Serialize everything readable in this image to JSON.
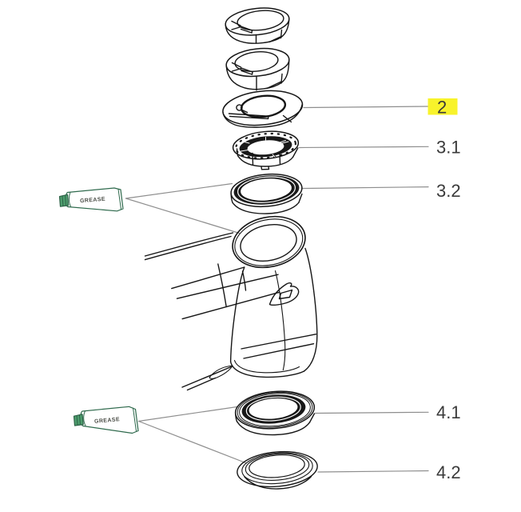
{
  "figure": {
    "background_color": "#ffffff",
    "stroke_color": "#161616",
    "leader_color": "#8e8e8e",
    "highlight_color": "#f8f32b",
    "tube_outline_color": "#2f6a4d"
  },
  "callouts": [
    {
      "text": "2",
      "highlighted": true
    },
    {
      "text": "3.1",
      "highlighted": false
    },
    {
      "text": "3.2",
      "highlighted": false
    },
    {
      "text": "4.1",
      "highlighted": false
    },
    {
      "text": "4.2",
      "highlighted": false
    }
  ],
  "grease_tubes": [
    {
      "label": "GREASE"
    },
    {
      "label": "GREASE"
    }
  ]
}
